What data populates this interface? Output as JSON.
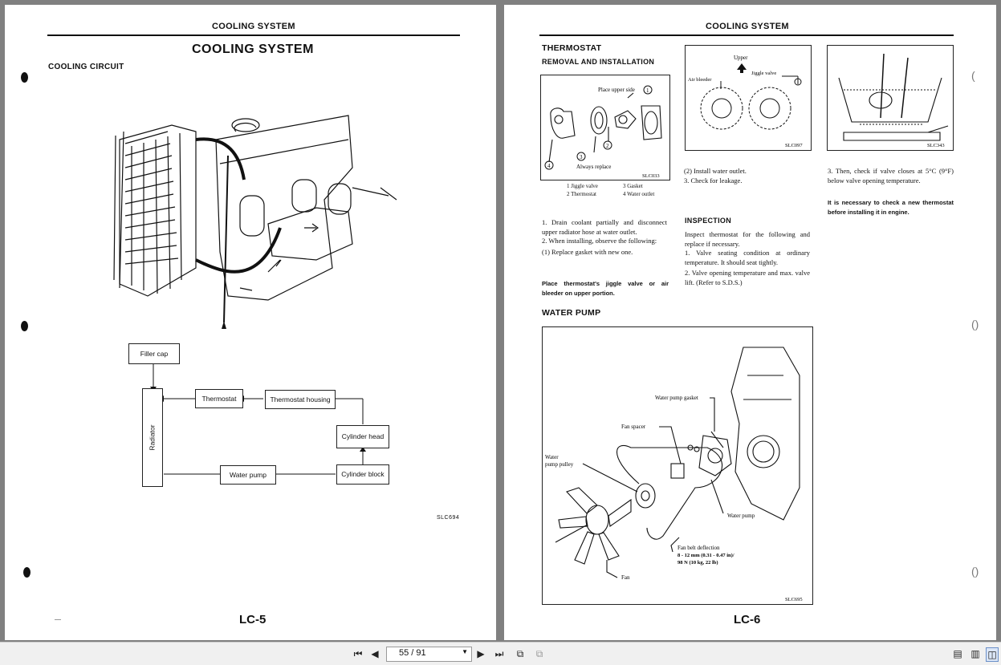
{
  "left": {
    "header": "COOLING SYSTEM",
    "title": "COOLING SYSTEM",
    "section": "COOLING CIRCUIT",
    "flow": {
      "filler_cap": "Filler cap",
      "radiator": "Radiator",
      "thermostat": "Thermostat",
      "thermostat_housing": "Thermostat housing",
      "cylinder_head": "Cylinder head",
      "cylinder_block": "Cylinder block",
      "water_pump": "Water  pump"
    },
    "figure_code": "SLC694",
    "page_number": "LC-5"
  },
  "right": {
    "header": "COOLING SYSTEM",
    "section1": "THERMOSTAT",
    "section1_sub": "REMOVAL AND INSTALLATION",
    "fig1": {
      "place_upper": "Place upper side",
      "always_replace": "Always replace",
      "n1": "1",
      "n2": "2",
      "n3": "3",
      "n4": "4",
      "code": "SLC033",
      "legend": [
        "1  Jiggle valve",
        "2  Thermostat",
        "3  Gasket",
        "4  Water outlet"
      ]
    },
    "fig2": {
      "upper": "Upper",
      "jiggle": "Jiggle valve",
      "air_bleeder": "Air bleeder",
      "code": "SLC097"
    },
    "fig3": {
      "code": "SLC343"
    },
    "col2_steps": [
      "(2)  Install water outlet.",
      "3.   Check for leakage."
    ],
    "col3_step": "3.   Then, check if valve closes at 5°C (9°F) below valve opening temperature.",
    "col3_note": "It is necessary to check a new thermostat before installing it in engine.",
    "col1_text": [
      "1.  Drain coolant partially and disconnect upper radiator hose at water outlet.",
      "2.  When installing, observe the following:",
      "(1)  Replace gasket with new one."
    ],
    "col1_note": "Place thermostat's jiggle valve or air bleeder on upper portion.",
    "inspection_title": "INSPECTION",
    "inspection_text": [
      "Inspect thermostat for the following and replace if necessary.",
      "1.  Valve seating condition at ordinary temperature. It should seat tightly.",
      "2.  Valve opening temperature and max. valve lift. (Refer to S.D.S.)"
    ],
    "section2": "WATER PUMP",
    "fig4": {
      "gasket": "Water pump gasket",
      "spacer": "Fan spacer",
      "pulley1": "Water",
      "pulley2": "pump pulley",
      "pump": "Water pump",
      "deflect": "Fan belt deflection",
      "deflect_val1": "8 - 12 mm (0.31 - 0.47 in)/",
      "deflect_val2": "98 N (10 kg, 22 lb)",
      "fan": "Fan",
      "code": "SLC695"
    },
    "page_number": "LC-6"
  },
  "toolbar": {
    "page_indicator": "55 / 91"
  }
}
